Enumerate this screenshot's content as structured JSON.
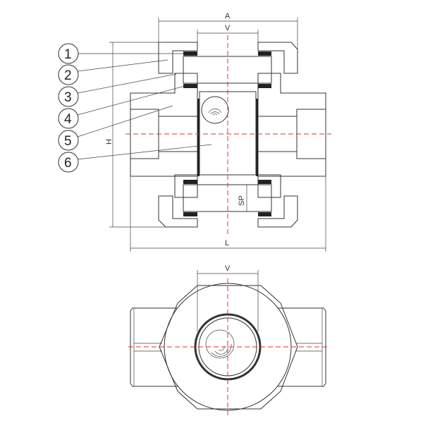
{
  "drawing": {
    "section_view": {
      "dim_A": "A",
      "dim_V": "V",
      "dim_H": "H",
      "dim_L": "L",
      "dim_SP": "SP"
    },
    "bottom_view": {
      "dim_V": "V"
    },
    "callouts": [
      "1",
      "2",
      "3",
      "4",
      "5",
      "6"
    ],
    "colors": {
      "line": "#333333",
      "centerline": "#e03030",
      "seal": "#222222"
    }
  }
}
